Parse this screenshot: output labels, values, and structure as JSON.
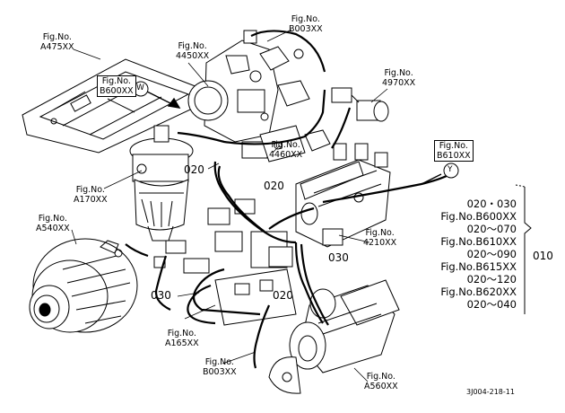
{
  "labels": {
    "a475": {
      "fig": "Fig.No.",
      "num": "A475XX"
    },
    "l4450": {
      "fig": "Fig.No.",
      "num": "4450XX"
    },
    "b003_top": {
      "fig": "Fig.No.",
      "num": "B003XX"
    },
    "b600": {
      "fig": "Fig.No.",
      "num": "B600XX"
    },
    "l4970": {
      "fig": "Fig.No.",
      "num": "4970XX"
    },
    "l4460": {
      "fig": "Fig.No.",
      "num": "4460XX"
    },
    "b610": {
      "fig": "Fig.No.",
      "num": "B610XX"
    },
    "a170": {
      "fig": "Fig.No.",
      "num": "A170XX"
    },
    "a540": {
      "fig": "Fig.No.",
      "num": "A540XX"
    },
    "l4210": {
      "fig": "Fig.No.",
      "num": "4210XX"
    },
    "a165": {
      "fig": "Fig.No.",
      "num": "A165XX"
    },
    "b003_bottom": {
      "fig": "Fig.No.",
      "num": "B003XX"
    },
    "a560": {
      "fig": "Fig.No.",
      "num": "A560XX"
    }
  },
  "callouts": {
    "w": "W",
    "y": "Y"
  },
  "codes": {
    "c1": "020",
    "c2": "020",
    "c3": "030",
    "c4": "030",
    "c5": "020"
  },
  "legend": [
    "020・030",
    "Fig.No.B600XX",
    "020～070",
    "Fig.No.B610XX",
    "020～090",
    "Fig.No.B615XX",
    "020～120",
    "Fig.No.B620XX",
    "020～040"
  ],
  "legend_group": "010",
  "drawing_number": "3J004-218-11"
}
